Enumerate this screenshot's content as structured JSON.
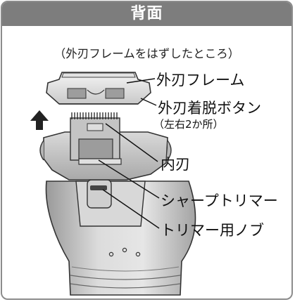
{
  "header": {
    "title": "背面"
  },
  "caption": "（外刃フレームをはずしたところ）",
  "callouts": {
    "outer_frame": "外刃フレーム",
    "release_button": "外刃着脱ボタン",
    "release_button_note": "（左右2か所）",
    "inner_blade": "内刃",
    "sharp_trimmer": "シャープトリマー",
    "trimmer_knob": "トリマー用ノブ"
  },
  "icons": {
    "arrow": "up-arrow-icon"
  },
  "colors": {
    "header": "#7d7d7d",
    "border": "#8c8c8c",
    "body_gray": "#bfbfbf",
    "arrow": "#222222"
  }
}
